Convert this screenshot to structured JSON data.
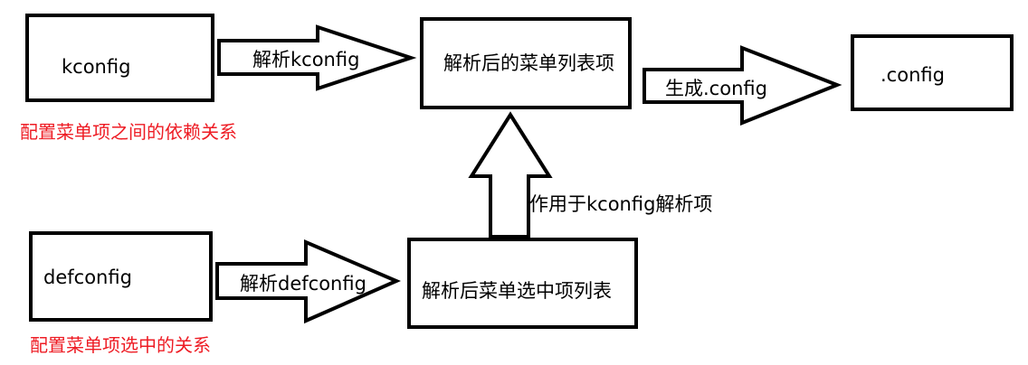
{
  "colors": {
    "stroke": "#000000",
    "note": "#ee1c24",
    "background": "#ffffff"
  },
  "nodes": {
    "kconfig": "kconfig",
    "parsed_menu": "解析后的菜单列表项",
    "dot_config": ".config",
    "defconfig": "defconfig",
    "parsed_selected": "解析后菜单选中项列表"
  },
  "arrows": {
    "parse_kconfig": "解析kconfig",
    "generate_config": "生成.config",
    "parse_defconfig": "解析defconfig",
    "apply_to_items": "作用于kconfig解析项"
  },
  "notes": {
    "kconfig_note": "配置菜单项之间的依赖关系",
    "defconfig_note": "配置菜单项选中的关系"
  }
}
